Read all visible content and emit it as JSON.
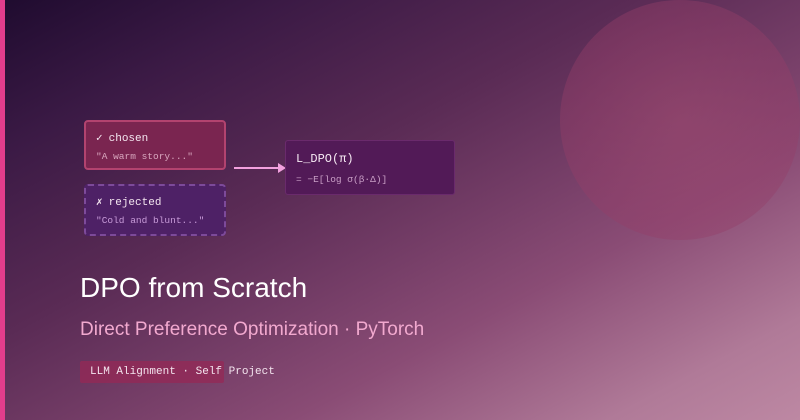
{
  "colors": {
    "accent_bar": "#e23d8c",
    "chosen_card": "#7a2550",
    "rejected_card": "#4e2166",
    "loss_card": "#521a57",
    "arrow": "#f2a0de",
    "subtitle": "#f2a9cf"
  },
  "icons": {
    "chosen": "check-mark-icon",
    "rejected": "cross-mark-icon",
    "flow": "arrow-right-icon"
  },
  "diagram": {
    "chosen": {
      "mark": "✓",
      "label": "chosen",
      "text": "\"A warm story...\""
    },
    "rejected": {
      "mark": "✗",
      "label": "rejected",
      "text": "\"Cold and blunt...\""
    },
    "loss": {
      "title": "L_DPO(π)",
      "formula": "= −E[log σ(β·Δ)]"
    }
  },
  "hero": {
    "title": "DPO from Scratch",
    "subtitle": "Direct Preference Optimization · PyTorch",
    "tag": "LLM Alignment · Self Project"
  }
}
